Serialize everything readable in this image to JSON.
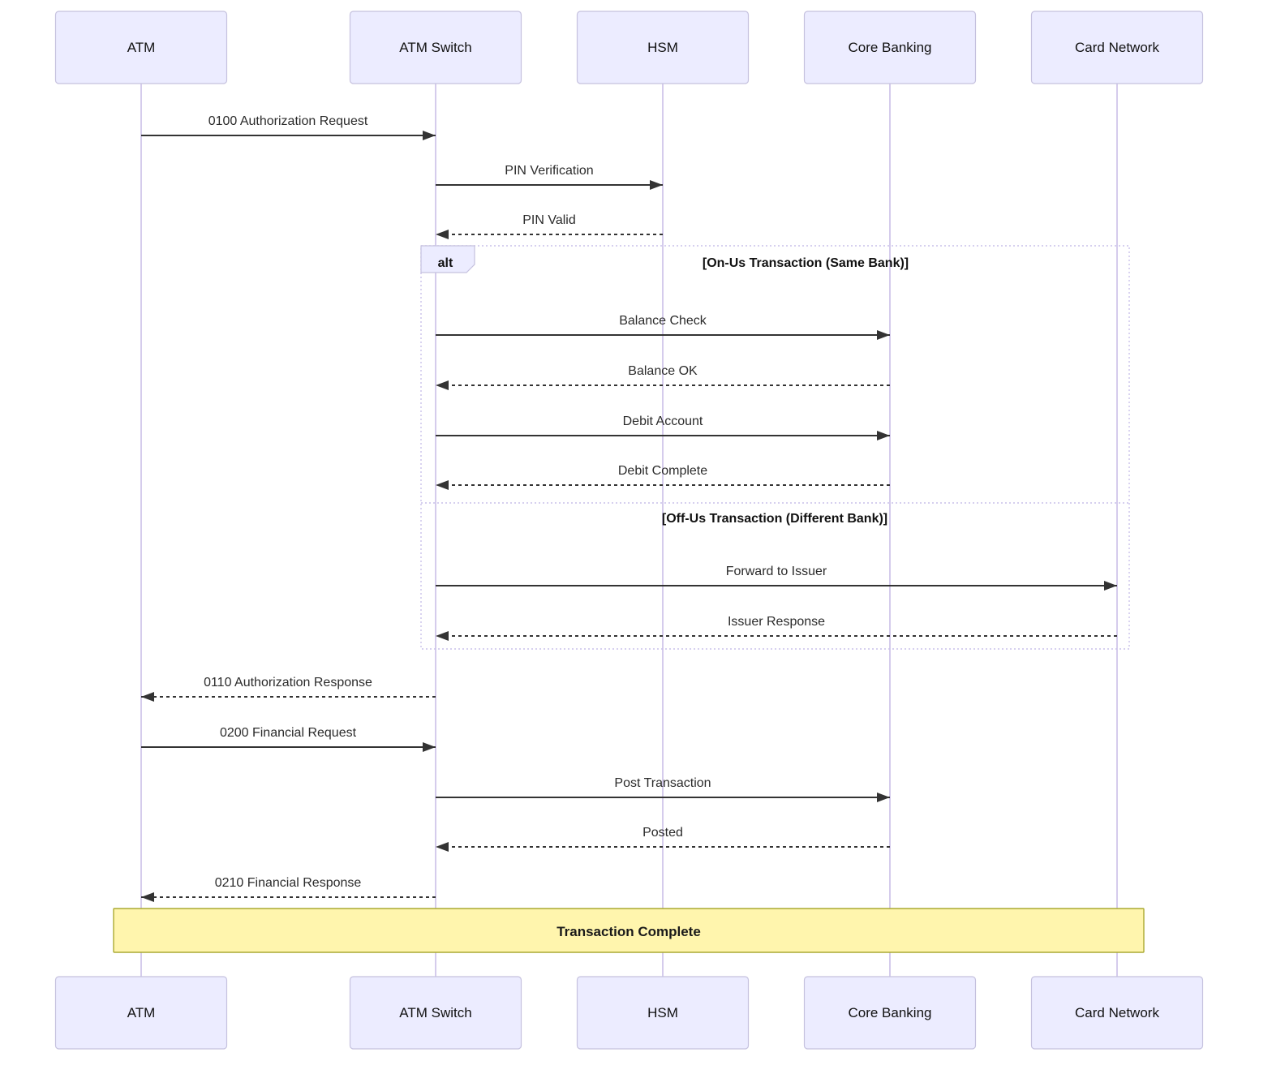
{
  "diagram": {
    "type": "sequence-diagram",
    "participants": [
      {
        "name": "ATM"
      },
      {
        "name": "ATM Switch"
      },
      {
        "name": "HSM"
      },
      {
        "name": "Core Banking"
      },
      {
        "name": "Card Network"
      }
    ],
    "messages": [
      {
        "label": "0100 Authorization Request",
        "from": "ATM",
        "to": "ATM Switch",
        "line": "solid"
      },
      {
        "label": "PIN Verification",
        "from": "ATM Switch",
        "to": "HSM",
        "line": "solid"
      },
      {
        "label": "PIN Valid",
        "from": "HSM",
        "to": "ATM Switch",
        "line": "dashed"
      },
      {
        "label": "Balance Check",
        "from": "ATM Switch",
        "to": "Core Banking",
        "line": "solid"
      },
      {
        "label": "Balance OK",
        "from": "Core Banking",
        "to": "ATM Switch",
        "line": "dashed"
      },
      {
        "label": "Debit Account",
        "from": "ATM Switch",
        "to": "Core Banking",
        "line": "solid"
      },
      {
        "label": "Debit Complete",
        "from": "Core Banking",
        "to": "ATM Switch",
        "line": "dashed"
      },
      {
        "label": "Forward to Issuer",
        "from": "ATM Switch",
        "to": "Card Network",
        "line": "solid"
      },
      {
        "label": "Issuer Response",
        "from": "Card Network",
        "to": "ATM Switch",
        "line": "dashed"
      },
      {
        "label": "0110 Authorization Response",
        "from": "ATM Switch",
        "to": "ATM",
        "line": "dashed"
      },
      {
        "label": "0200 Financial Request",
        "from": "ATM",
        "to": "ATM Switch",
        "line": "solid"
      },
      {
        "label": "Post Transaction",
        "from": "ATM Switch",
        "to": "Core Banking",
        "line": "solid"
      },
      {
        "label": "Posted",
        "from": "Core Banking",
        "to": "ATM Switch",
        "line": "dashed"
      },
      {
        "label": "0210 Financial Response",
        "from": "ATM Switch",
        "to": "ATM",
        "line": "dashed"
      }
    ],
    "alt_block": {
      "tag": "alt",
      "conditions": [
        "[On-Us Transaction (Same Bank)]",
        "[Off-Us Transaction (Different Bank)]"
      ]
    },
    "note": {
      "text": "Transaction Complete"
    },
    "colors": {
      "participant_fill": "#ECECFF",
      "participant_border": "#C5C1DE",
      "lifeline": "#D5CCEC",
      "message": "#333333",
      "frame_border": "#C9C0EA",
      "note_fill": "#FFF5AD",
      "note_border": "#AAAA33"
    }
  }
}
